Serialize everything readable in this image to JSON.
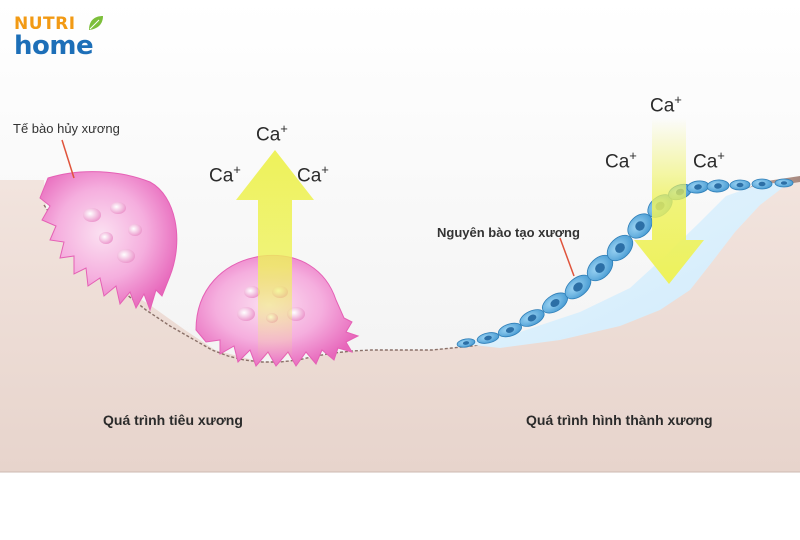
{
  "logo": {
    "line1": "NUTRI",
    "line2": "home"
  },
  "labels": {
    "osteoclast": "Tế bào hủy xương",
    "osteoblast": "Nguyên bào tạo xương",
    "resorption": "Quá trình tiêu xương",
    "formation": "Quá trình hình thành xương"
  },
  "ion": {
    "base": "Ca",
    "charge": "+"
  },
  "colors": {
    "bone": "#ead9d2",
    "bone_dark": "#b89a8f",
    "osteoclast": "#ee7fc5",
    "osteoblast": "#5aaee0",
    "arrow": "#eef25a",
    "logo_orange": "#f29a14",
    "logo_blue": "#1d6fb8"
  }
}
